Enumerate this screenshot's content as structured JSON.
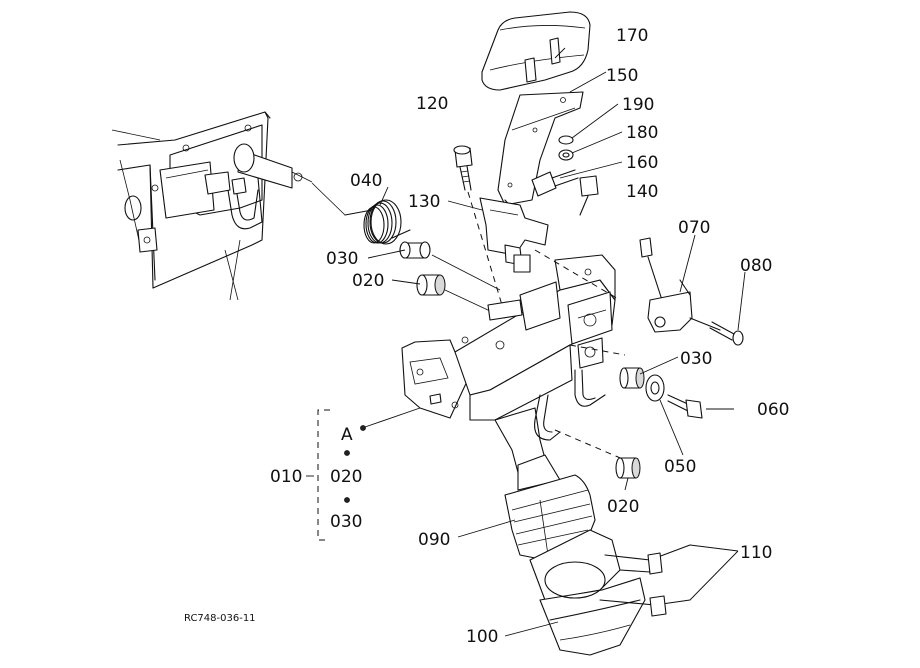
{
  "diagram": {
    "figure_code": "RC748-036-11",
    "parts": {
      "p010": "010",
      "p020a": "020",
      "p020b": "020",
      "p030a": "030",
      "p030b": "030",
      "p040": "040",
      "p050": "050",
      "p060": "060",
      "p070": "070",
      "p080": "080",
      "p090": "090",
      "p100": "100",
      "p110": "110",
      "p120": "120",
      "p130": "130",
      "p140": "140",
      "p150": "150",
      "p160": "160",
      "p170": "170",
      "p180": "180",
      "p190": "190"
    },
    "assembly_010": {
      "items": [
        "A",
        "020",
        "030"
      ]
    }
  }
}
